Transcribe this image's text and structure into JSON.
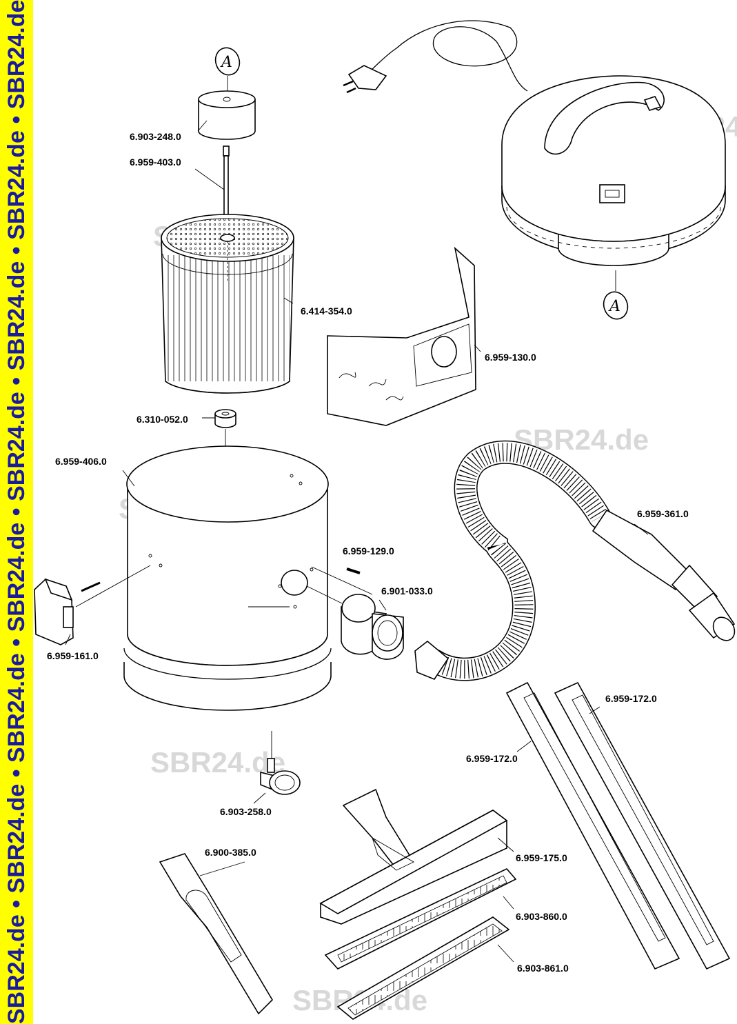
{
  "watermark": {
    "sidebar_text": "SBR24.de • SBR24.de • SBR24.de • SBR24.de • SBR24.de • SBR24.de • SBR24.de • SBR24.de • SBR24.de • SBR24.de",
    "text": "SBR24.de"
  },
  "callouts": {
    "top": "A",
    "bottom": "A"
  },
  "parts": {
    "p_6903_248": "6.903-248.0",
    "p_6959_403": "6.959-403.0",
    "p_6414_354": "6.414-354.0",
    "p_6959_130": "6.959-130.0",
    "p_6310_052": "6.310-052.0",
    "p_6959_406": "6.959-406.0",
    "p_6959_361": "6.959-361.0",
    "p_6959_129": "6.959-129.0",
    "p_6901_033": "6.901-033.0",
    "p_6959_161": "6.959-161.0",
    "p_6959_172_a": "6.959-172.0",
    "p_6959_172_b": "6.959-172.0",
    "p_6903_258": "6.903-258.0",
    "p_6900_385": "6.900-385.0",
    "p_6959_175": "6.959-175.0",
    "p_6903_860": "6.903-860.0",
    "p_6903_861": "6.903-861.0"
  }
}
